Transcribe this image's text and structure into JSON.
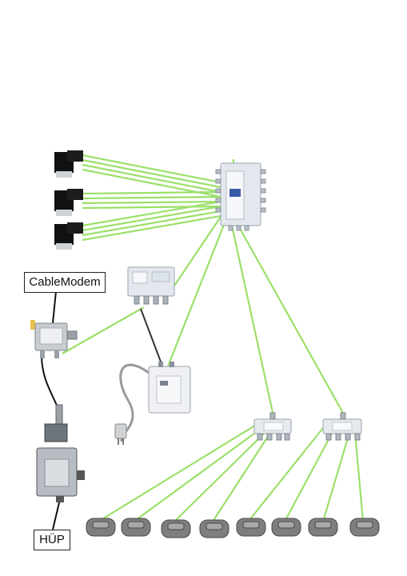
{
  "labels": {
    "cable_modem": "CableModem",
    "huep": "HÜP"
  },
  "colors": {
    "satellite_cable": "#9be06a",
    "coax_cable": "#111111",
    "device_body": "#e4e8ee",
    "device_dark": "#2a2a2a",
    "receiver": "#7e7e7e"
  },
  "components": {
    "lnb_count": 3,
    "multiswitch": "multiswitch",
    "amplifier": "amplifier",
    "power_supply": "power-supply",
    "cable_splitter": "cable-splitter",
    "house_connection": "house-connection-point",
    "satellite_splitters": 2,
    "receiver_count": 8
  }
}
